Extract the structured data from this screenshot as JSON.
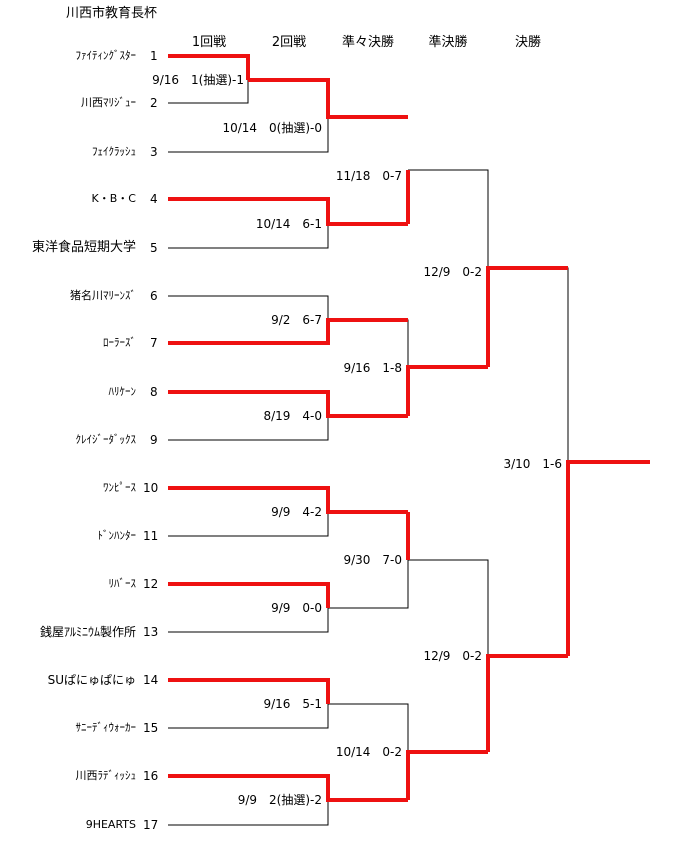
{
  "title": "川西市教育長杯",
  "rounds": [
    "1回戦",
    "2回戦",
    "準々決勝",
    "準決勝",
    "決勝"
  ],
  "teams": [
    {
      "name": "ﾌｧｲﾃｨﾝｸﾞｽﾀｰ",
      "seed": "1"
    },
    {
      "name": "川西ﾏﾘｼﾞｭｰ",
      "seed": "2"
    },
    {
      "name": "ﾌｪｲｸﾗｯｼｭ",
      "seed": "3"
    },
    {
      "name": "K・B・C",
      "seed": "4"
    },
    {
      "name": "東洋食品短期大学",
      "seed": "5"
    },
    {
      "name": "猪名川ﾏﾘｰﾝｽﾞ",
      "seed": "6"
    },
    {
      "name": "ﾛｰﾗｰｽﾞ",
      "seed": "7"
    },
    {
      "name": "ﾊﾘｹｰﾝ",
      "seed": "8"
    },
    {
      "name": "ｸﾚｲｼﾞｰﾀﾞｯｸｽ",
      "seed": "9"
    },
    {
      "name": "ﾜﾝﾋﾟｰｽ",
      "seed": "10"
    },
    {
      "name": "ﾄﾞﾝﾊﾝﾀｰ",
      "seed": "11"
    },
    {
      "name": "ﾘﾊﾞｰｽ",
      "seed": "12"
    },
    {
      "name": "銭屋ｱﾙﾐﾆｳﾑ製作所",
      "seed": "13"
    },
    {
      "name": "SUぱにゅぱにゅ",
      "seed": "14"
    },
    {
      "name": "ｻﾆｰﾃﾞｨｳｫｰｶｰ",
      "seed": "15"
    },
    {
      "name": "川西ﾗﾃﾞｨｯｼｭ",
      "seed": "16"
    },
    {
      "name": "9HEARTS",
      "seed": "17"
    }
  ],
  "scores": {
    "r1": "9/16　1(抽選)-1",
    "r2a": "10/14　0(抽選)-0",
    "r2b": "10/14　6-1",
    "r2c": "9/2　6-7",
    "r2d": "8/19　4-0",
    "r2e": "9/9　4-2",
    "r2f": "9/9　0-0",
    "r2g": "9/16　5-1",
    "r2h": "9/9　2(抽選)-2",
    "qf1": "11/18　0-7",
    "qf2": "9/16　1-8",
    "qf3": "9/30　7-0",
    "qf4": "10/14　0-2",
    "sf1": "12/9　0-2",
    "sf2": "12/9　0-2",
    "final": "3/10　1-6"
  },
  "colors": {
    "winner_line": "#ee1111",
    "line": "#000000"
  }
}
